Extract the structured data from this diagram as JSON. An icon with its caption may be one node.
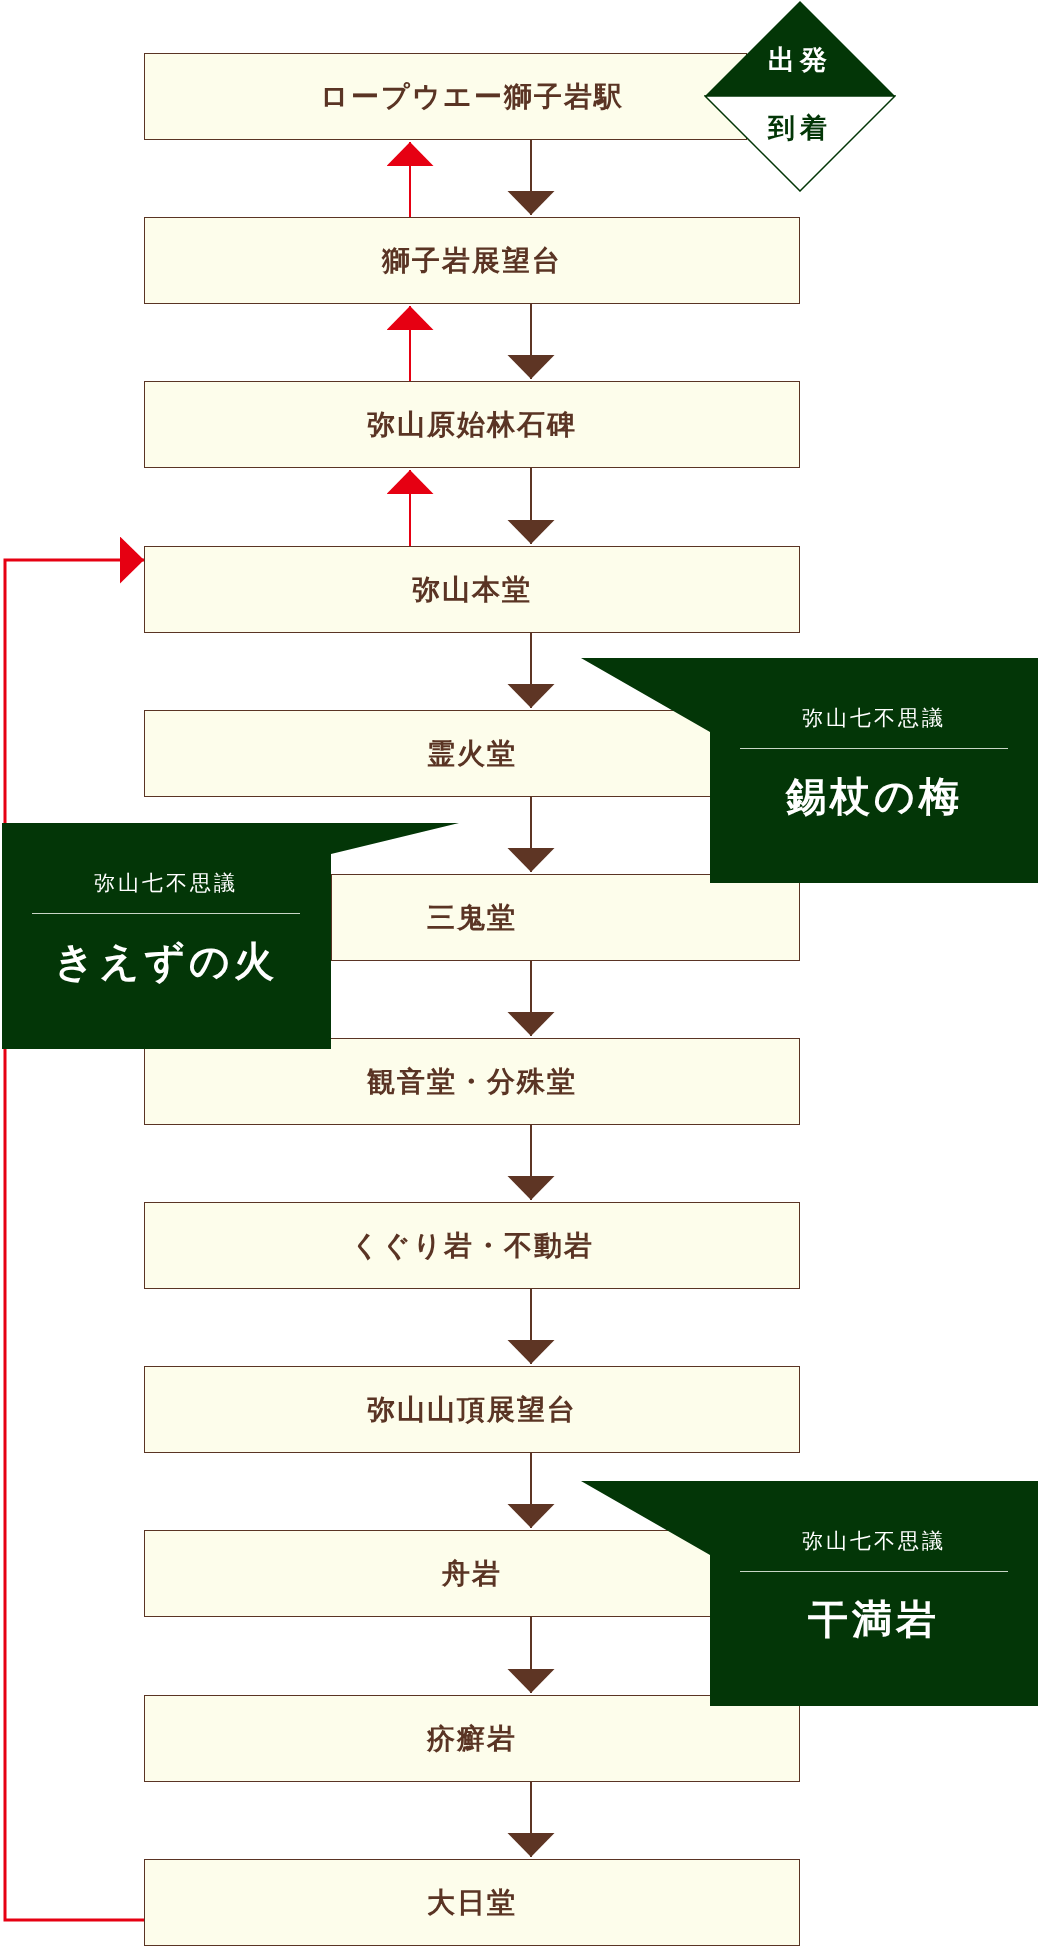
{
  "diagram": {
    "nodes": [
      {
        "text": [
          "ロープウエー獅子岩駅"
        ]
      },
      {
        "text": [
          "出発",
          "到着"
        ]
      },
      {
        "text": [
          "獅子岩展望台"
        ]
      },
      {
        "text": [
          "弥山原始林石碑"
        ]
      },
      {
        "text": [
          "弥山本堂"
        ]
      },
      {
        "text": [
          "霊火堂"
        ]
      },
      {
        "text": [
          "三鬼堂"
        ]
      },
      {
        "text": [
          "観音堂・分殊堂"
        ]
      },
      {
        "text": [
          "くぐり岩・不動岩"
        ]
      },
      {
        "text": [
          "弥山山頂展望台"
        ]
      },
      {
        "text": [
          "舟岩"
        ]
      },
      {
        "text": [
          "疥癬岩"
        ]
      },
      {
        "text": [
          "大日堂"
        ]
      },
      {
        "text": [
          "弥山七不思議",
          "錫杖の梅"
        ]
      },
      {
        "text": [
          "弥山七不思議",
          "きえずの火"
        ]
      },
      {
        "text": [
          "弥山七不思議",
          "干満岩"
        ]
      }
    ],
    "edges": [
      {
        "from": 0,
        "to": 2,
        "arrow": "to"
      },
      {
        "from": 2,
        "to": 0,
        "arrow": "to",
        "color": "#e60012"
      },
      {
        "from": 2,
        "to": 3,
        "arrow": "to"
      },
      {
        "from": 3,
        "to": 2,
        "arrow": "to",
        "color": "#e60012"
      },
      {
        "from": 3,
        "to": 4,
        "arrow": "to"
      },
      {
        "from": 4,
        "to": 3,
        "arrow": "to",
        "color": "#e60012"
      },
      {
        "from": 4,
        "to": 5,
        "arrow": "to"
      },
      {
        "from": 5,
        "to": 6,
        "arrow": "to"
      },
      {
        "from": 6,
        "to": 7,
        "arrow": "to"
      },
      {
        "from": 7,
        "to": 8,
        "arrow": "to"
      },
      {
        "from": 8,
        "to": 9,
        "arrow": "to"
      },
      {
        "from": 9,
        "to": 10,
        "arrow": "to"
      },
      {
        "from": 10,
        "to": 11,
        "arrow": "to"
      },
      {
        "from": 11,
        "to": 12,
        "arrow": "to"
      },
      {
        "from": 12,
        "to": 4,
        "arrow": "to",
        "color": "#e60012"
      }
    ]
  }
}
